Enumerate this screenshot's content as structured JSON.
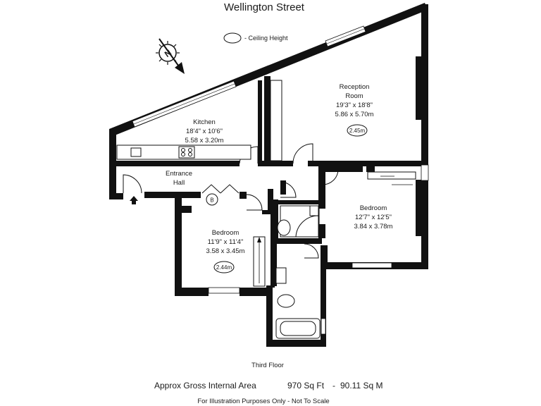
{
  "title": "Wellington Street",
  "legend": {
    "label": "- Ceiling Height"
  },
  "compass": {
    "letter": "N"
  },
  "rooms": {
    "reception": {
      "name_line1": "Reception",
      "name_line2": "Room",
      "imperial": "19'3\" x 18'8\"",
      "metric": "5.86 x 5.70m",
      "ceiling": "2.45m"
    },
    "kitchen": {
      "name": "Kitchen",
      "imperial": "18'4\" x 10'6\"",
      "metric": "5.58 x 3.20m"
    },
    "entrance": {
      "name_line1": "Entrance",
      "name_line2": "Hall"
    },
    "bedroom1": {
      "name": "Bedroom",
      "imperial": "11'9\" x 11'4\"",
      "metric": "3.58 x 3.45m",
      "ceiling": "2.44m"
    },
    "bedroom2": {
      "name": "Bedroom",
      "imperial": "12'7\" x 12'5\"",
      "metric": "3.84 x 3.78m"
    }
  },
  "boiler": {
    "label": "B"
  },
  "floor": "Third Floor",
  "area": {
    "label": "Approx Gross Internal Area",
    "sqft": "970 Sq Ft",
    "sep": "-",
    "sqm": "90.11 Sq M"
  },
  "disclaimer": "For Illustration Purposes Only - Not To Scale"
}
